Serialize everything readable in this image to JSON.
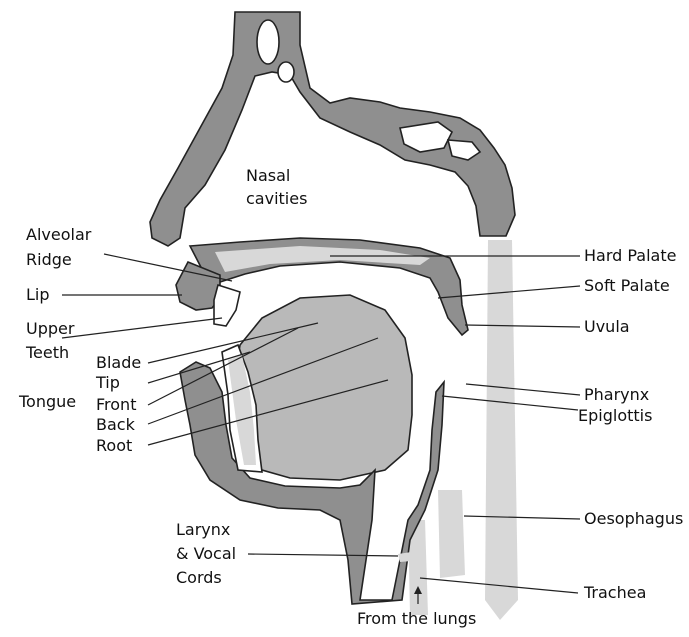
{
  "labels": {
    "nasal_cavities": [
      "Nasal",
      "cavities"
    ],
    "alveolar_ridge": [
      "Alveolar",
      "Ridge"
    ],
    "lip": "Lip",
    "upper_teeth": [
      "Upper",
      "Teeth"
    ],
    "tongue": "Tongue",
    "blade": "Blade",
    "tip": "Tip",
    "front": "Front",
    "back": "Back",
    "root": "Root",
    "larynx": [
      "Larynx",
      "& Vocal",
      "Cords"
    ],
    "from_lungs": "From the lungs",
    "hard_palate": "Hard Palate",
    "soft_palate": "Soft Palate",
    "uvula": "Uvula",
    "pharynx": "Pharynx",
    "epiglottis": "Epiglottis",
    "oesophagus": "Oesophagus",
    "trachea": "Trachea"
  }
}
